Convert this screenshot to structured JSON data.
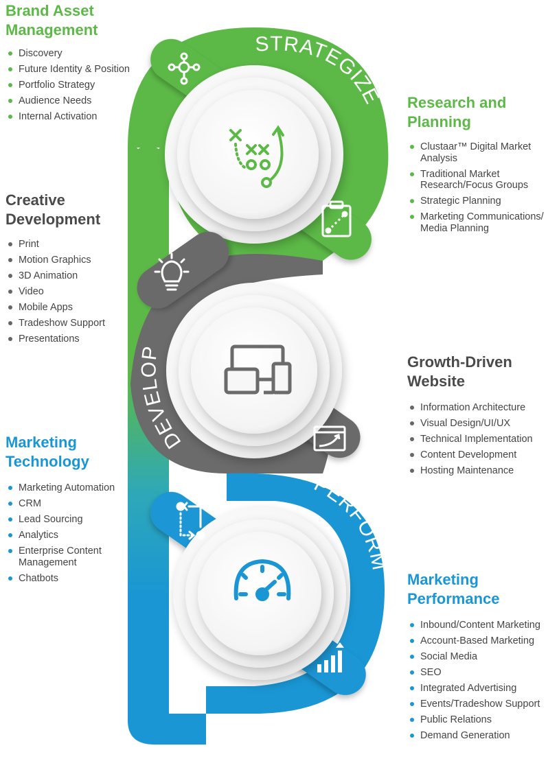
{
  "stages": {
    "strategize": "STRATEGIZE",
    "develop": "DEVELOP",
    "perform": "PERFORM"
  },
  "colors": {
    "green": "#5cb947",
    "grey": "#6b6b6b",
    "blue": "#1a96d4"
  },
  "icons": {
    "strategize_center": "play-diagram-icon",
    "strategize_top": "network-nodes-icon",
    "strategize_bottom": "clipboard-chart-icon",
    "develop_center": "devices-icon",
    "develop_top": "lightbulb-icon",
    "develop_bottom": "browser-growth-icon",
    "perform_center": "speedometer-icon",
    "perform_top": "workflow-arrows-icon",
    "perform_bottom": "bar-chart-growth-icon"
  },
  "sections": {
    "brand": {
      "title_line1": "Brand Asset",
      "title_line2": "Management",
      "items": [
        "Discovery",
        "Future Identity & Position",
        "Portfolio Strategy",
        "Audience Needs",
        "Internal Activation"
      ]
    },
    "research": {
      "title_line1": "Research and",
      "title_line2": "Planning",
      "items": [
        "Clustaar™ Digital Market Analysis",
        "Traditional Market Research/Focus Groups",
        "Strategic Planning",
        "Marketing Communications/ Media Planning"
      ]
    },
    "creative": {
      "title_line1": "Creative",
      "title_line2": "Development",
      "items": [
        "Print",
        "Motion Graphics",
        "3D Animation",
        "Video",
        "Mobile Apps",
        "Tradeshow Support",
        "Presentations"
      ]
    },
    "website": {
      "title_line1": "Growth-Driven",
      "title_line2": "Website",
      "items": [
        "Information Architecture",
        "Visual Design/UI/UX",
        "Technical Implementation",
        "Content Development",
        "Hosting Maintenance"
      ]
    },
    "martech": {
      "title_line1": "Marketing",
      "title_line2": "Technology",
      "items": [
        "Marketing Automation",
        "CRM",
        "Lead Sourcing",
        "Analytics",
        "Enterprise Content Management",
        "Chatbots"
      ]
    },
    "performance": {
      "title_line1": "Marketing",
      "title_line2": "Performance",
      "items": [
        "Inbound/Content Marketing",
        "Account-Based Marketing",
        "Social Media",
        "SEO",
        "Integrated Advertising",
        "Events/Tradeshow Support",
        "Public Relations",
        "Demand Generation"
      ]
    }
  }
}
